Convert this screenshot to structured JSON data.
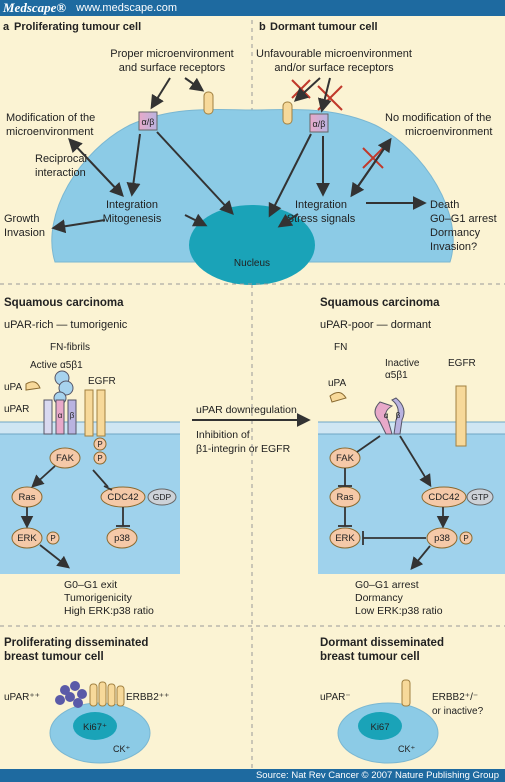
{
  "header": {
    "logo": "Medscape®",
    "url": "www.medscape.com"
  },
  "footer": {
    "source": "Source: Nat Rev Cancer © 2007 Nature Publishing Group"
  },
  "panel_a": {
    "letter": "a",
    "title": "Proliferating tumour cell",
    "proper_1": "Proper microenvironment",
    "proper_2": "and surface receptors",
    "modif_1": "Modification of the",
    "modif_2": "microenvironment",
    "recip_1": "Reciprocal",
    "recip_2": "interaction",
    "growth_1": "Growth",
    "growth_2": "Invasion",
    "integ_1": "Integration",
    "integ_2": "Mitogenesis",
    "receptor": "α/β"
  },
  "panel_b": {
    "letter": "b",
    "title": "Dormant tumour cell",
    "unfav_1": "Unfavourable microenvironment",
    "unfav_2": "and/or surface receptors",
    "nomod_1": "No modification of the",
    "nomod_2": "microenvironment",
    "integ_1": "Integration",
    "integ_2": "Stress signals",
    "death_1": "Death",
    "death_2": "G0–G1 arrest",
    "death_3": "Dormancy",
    "death_4": "Invasion?",
    "receptor": "α/β"
  },
  "nucleus": "Nucleus",
  "middle_left": {
    "title": "Squamous carcinoma",
    "subtitle": "uPAR-rich — tumorigenic",
    "fn": "FN-fibrils",
    "active": "Active α5β1",
    "egfr": "EGFR",
    "upa": "uPA",
    "upar": "uPAR",
    "alpha": "α",
    "beta": "β",
    "p": "P",
    "fak": "FAK",
    "ras": "Ras",
    "erk": "ERK",
    "cdc42": "CDC42",
    "gdp": "GDP",
    "p38": "p38",
    "out_1": "G0–G1 exit",
    "out_2": "Tumorigenicity",
    "out_3": "High ERK:p38 ratio"
  },
  "middle_center": {
    "arrow": "uPAR downregulation",
    "inhib_1": "Inhibition of",
    "inhib_2": "β1-integrin or EGFR"
  },
  "middle_right": {
    "title": "Squamous carcinoma",
    "subtitle": "uPAR-poor — dormant",
    "fn": "FN",
    "inactive_1": "Inactive",
    "inactive_2": "α5β1",
    "egfr": "EGFR",
    "upa": "uPA",
    "alpha": "α",
    "beta": "β",
    "p": "P",
    "fak": "FAK",
    "ras": "Ras",
    "erk": "ERK",
    "cdc42": "CDC42",
    "gtp": "GTP",
    "p38": "p38",
    "out_1": "G0–G1 arrest",
    "out_2": "Dormancy",
    "out_3": "Low ERK:p38 ratio"
  },
  "bottom_left": {
    "title_1": "Proliferating disseminated",
    "title_2": "breast tumour cell",
    "upar": "uPAR⁺⁺",
    "erbb2": "ERBB2⁺⁺",
    "ki67": "Ki67⁺",
    "ck": "CK⁺"
  },
  "bottom_right": {
    "title_1": "Dormant disseminated",
    "title_2": "breast tumour cell",
    "upar": "uPAR⁻",
    "erbb2_1": "ERBB2⁺/⁻",
    "erbb2_2": "or inactive?",
    "ki67": "Ki67",
    "ck": "CK⁺"
  },
  "colors": {
    "cell": "#8ccbe6",
    "nucleus": "#1aa3b8",
    "receptor": "#f7d99a",
    "panel_bg": "#fbf3d3",
    "header": "#1e6aa0",
    "red_x": "#c0392b"
  }
}
